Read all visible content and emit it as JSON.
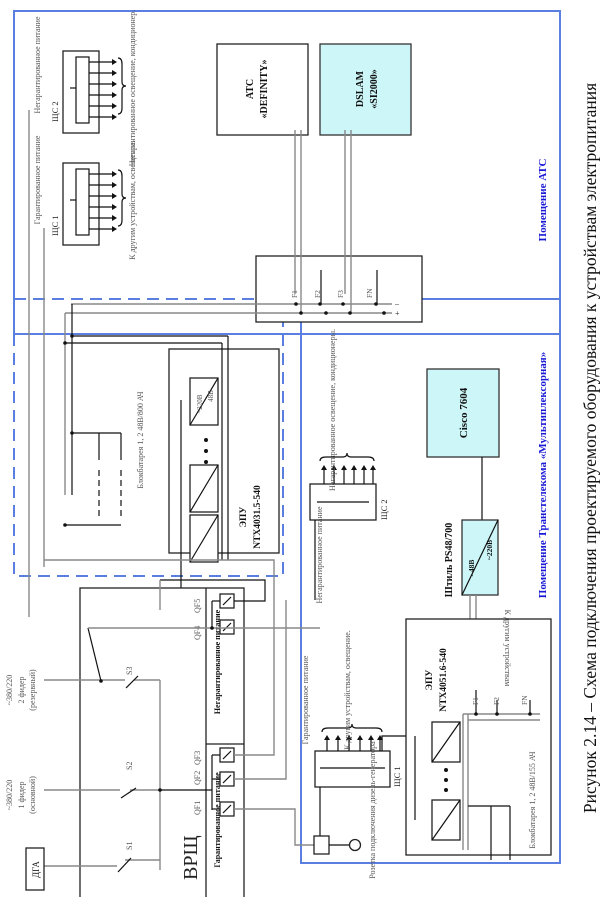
{
  "caption": "Рисунок 2.14 – Схема подключения проектируемого оборудования к устройствам электропитания",
  "rooms": {
    "atc": "Помещение АТС",
    "transtelecom": "Помещение Транстелекома «Мультиплексорная»"
  },
  "atc_room": {
    "shs1": {
      "label": "ЩС 1",
      "supply": "Гарантированное питание",
      "loads": "К другим устройствам, освещение."
    },
    "shs2": {
      "label": "ЩС 2",
      "supply": "Негарантированное питание",
      "loads": "Негарантированное освещение, кондиционер."
    },
    "atc_definity": {
      "line1": "АТС",
      "line2": "«DEFINITY»"
    },
    "dslam": {
      "line1": "DSLAM",
      "line2": "«SI2000»"
    },
    "fuses": [
      "F1",
      "F2",
      "F3",
      "FN"
    ],
    "bus_minus": "–",
    "bus_plus": "+"
  },
  "dashed_area": {
    "battery": "Блокбатарея 1, 2    48В/800 АЧ",
    "epu": {
      "line1": "ЭПУ",
      "line2": "NTX4031.5-540"
    },
    "rectifier_in": "~220В",
    "rectifier_out": "48В"
  },
  "vrsh": {
    "title": "ВРЩ",
    "guaranteed": "Гарантированное питание",
    "non_guaranteed": "Негарантированное питание",
    "breakers": [
      "QF1",
      "QF2",
      "QF3",
      "QF4",
      "QF5"
    ],
    "switches": [
      "S1",
      "S2",
      "S3"
    ],
    "dga": "ДГА",
    "feeder1": [
      "~380/220",
      "1 фидер",
      "(основной)"
    ],
    "feeder2": [
      "~380/220",
      "2 фидер",
      "(резервный)"
    ]
  },
  "transtelecom_room": {
    "shs2": {
      "label": "ЩС 2",
      "supply": "Негарантированное питание",
      "loads": "Негарантированное освещение, кондиционеры."
    },
    "cisco": "Cisco 7604",
    "shtil": {
      "title": "Штиль PS48/700",
      "out": "- 48В",
      "in": "~220В"
    },
    "shs1": {
      "label": "ЩС 1",
      "supply": "Гарантированное питание",
      "loads": "К другим устройствам, освещение."
    },
    "socket": "Розетка подключения дизель-генератора",
    "epu": {
      "line1": "ЭПУ",
      "line2": "NTX4051.6-540"
    },
    "other_devices": "К другим устройствам",
    "fuses": [
      "F1",
      "F2",
      "FN"
    ],
    "battery": "Блокбатарея 1, 2   48В/155 АЧ"
  }
}
